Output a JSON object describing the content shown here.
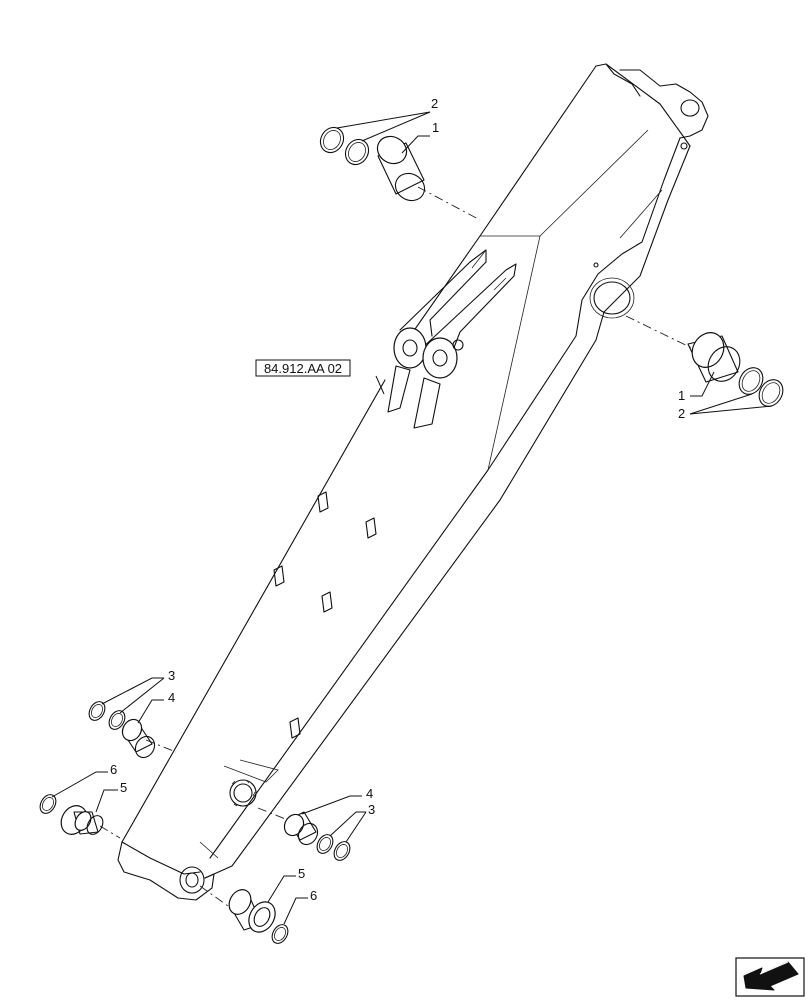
{
  "reference_label": "84.912.AA 02",
  "callouts": {
    "c2_top": "2",
    "c1_top": "1",
    "c1_right": "1",
    "c2_right": "2",
    "c3_left": "3",
    "c4_left": "4",
    "c6_left": "6",
    "c5_left": "5",
    "c4_mid": "4",
    "c3_mid": "3",
    "c5_bottom": "5",
    "c6_bottom": "6"
  },
  "icons": {
    "nav": "arrow-navigation-icon"
  }
}
